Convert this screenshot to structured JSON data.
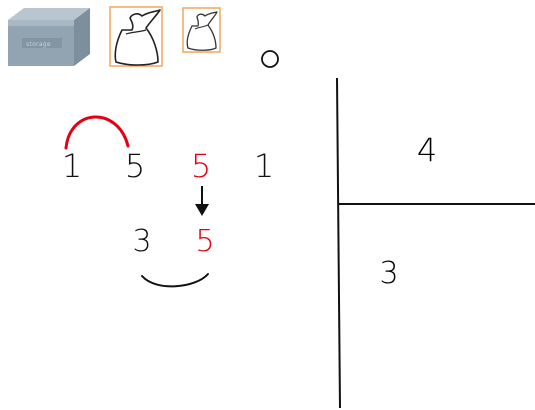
{
  "top_row": {
    "digits": [
      "1",
      "5",
      "5",
      "1"
    ],
    "highlight_colors": [
      "#111111",
      "#111111",
      "#e60012",
      "#111111"
    ]
  },
  "second_row": {
    "digits": [
      "3",
      "5"
    ],
    "highlight_colors": [
      "#111111",
      "#e60012"
    ]
  },
  "division_layout": {
    "quotient": "4",
    "remainder_cell": "3"
  },
  "icons": {
    "box": "storage-box-icon",
    "sack_large": "sack-icon",
    "sack_small": "sack-icon",
    "circle": "empty-circle-icon"
  },
  "colors": {
    "accent": "#e60012",
    "ink": "#111111",
    "box": "#8fa0ad"
  }
}
